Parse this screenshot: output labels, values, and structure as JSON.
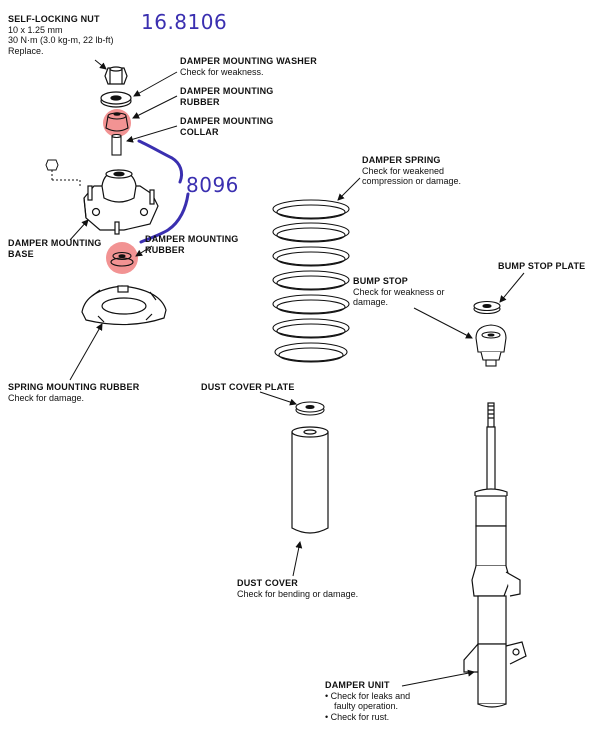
{
  "annotations": {
    "part_number_top": "16.8106",
    "part_number_middle": "8096"
  },
  "labels": {
    "nut": {
      "title": "SELF-LOCKING NUT",
      "lines": [
        "10 x 1.25 mm",
        "30 N·m (3.0 kg-m, 22 lb-ft)",
        "Replace."
      ]
    },
    "washer": {
      "title": "DAMPER MOUNTING WASHER",
      "desc": "Check for weakness."
    },
    "rubber_top": {
      "line1": "DAMPER MOUNTING",
      "line2": "RUBBER"
    },
    "collar": {
      "line1": "DAMPER MOUNTING",
      "line2": "COLLAR"
    },
    "base": {
      "line1": "DAMPER MOUNTING",
      "line2": "BASE"
    },
    "rubber_bottom": {
      "line1": "DAMPER MOUNTING",
      "line2": "RUBBER"
    },
    "spring_rubber": {
      "title": "SPRING MOUNTING RUBBER",
      "desc": "Check for damage."
    },
    "spring": {
      "title": "DAMPER SPRING",
      "line1": "Check for weakened",
      "line2": "compression or damage."
    },
    "bump_stop": {
      "title": "BUMP STOP",
      "line1": "Check for weakness or",
      "line2": "damage."
    },
    "bump_plate": {
      "title": "BUMP STOP PLATE"
    },
    "dust_plate": {
      "title": "DUST COVER PLATE"
    },
    "dust_cover": {
      "title": "DUST COVER",
      "desc": "Check for bending or damage."
    },
    "damper_unit": {
      "title": "DAMPER UNIT",
      "items": [
        "• Check for leaks and",
        "faulty operation.",
        "• Check for rust."
      ]
    }
  },
  "colors": {
    "highlight": "#f08080",
    "pen": "#3a2fb0",
    "line": "#111111"
  }
}
